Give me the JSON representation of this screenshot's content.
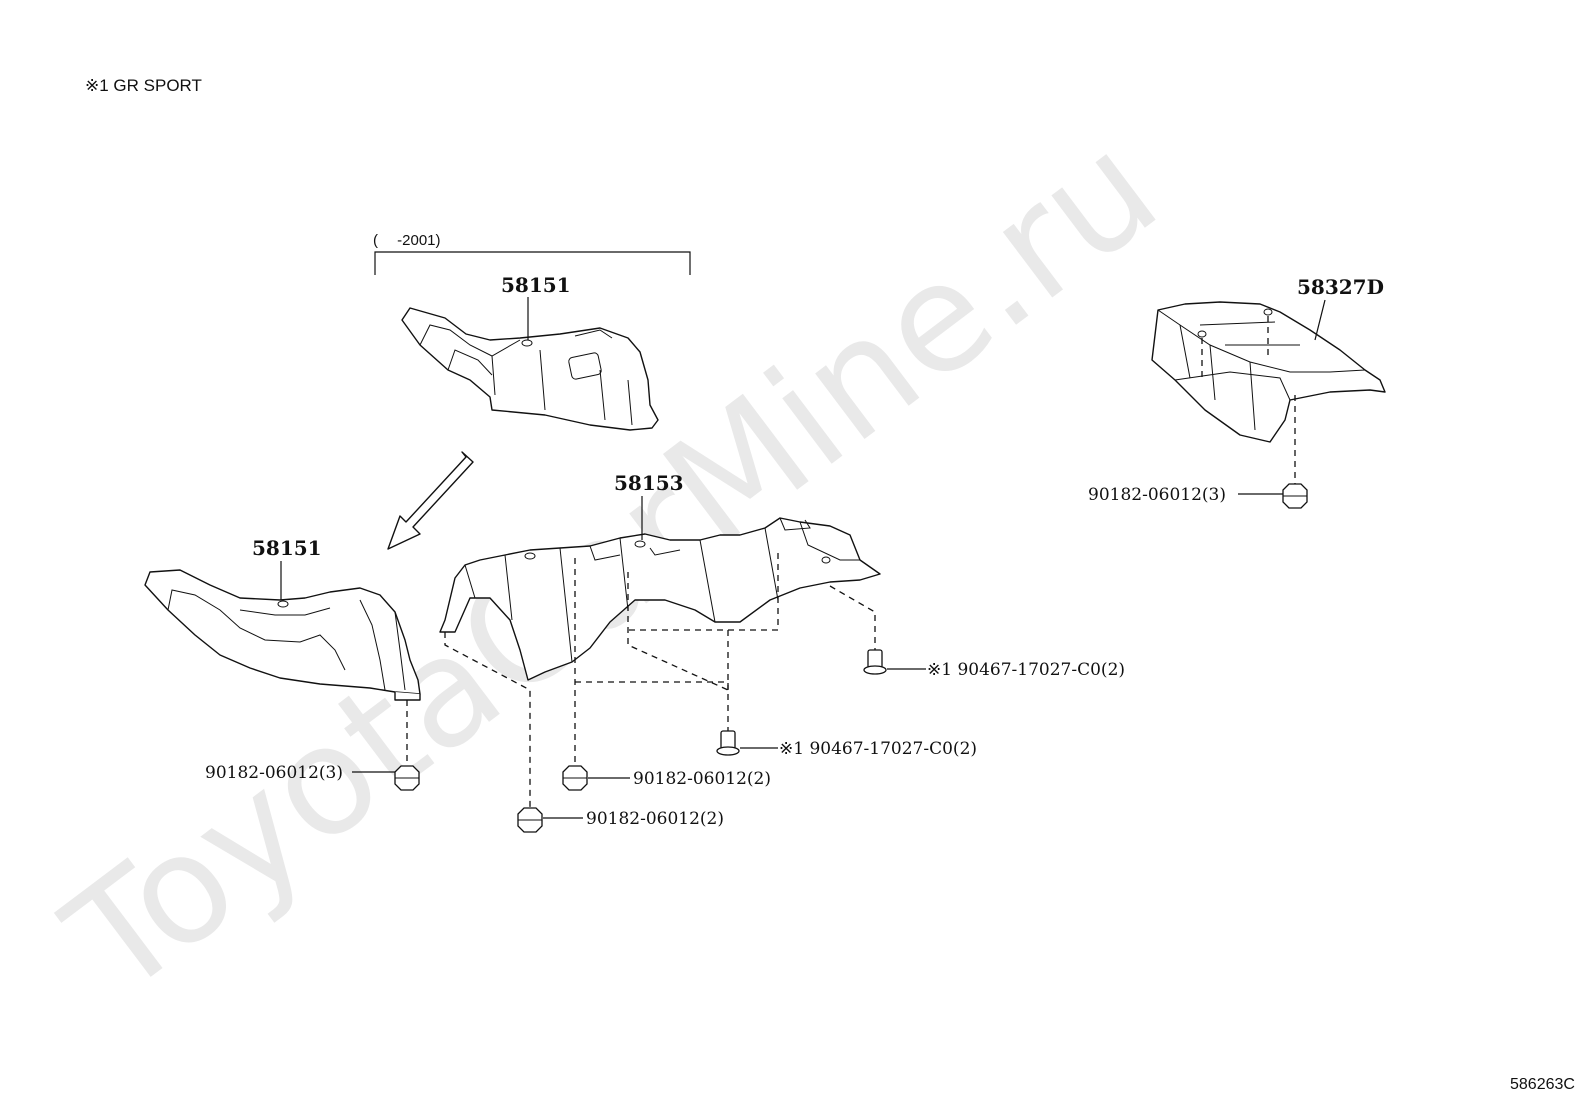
{
  "watermark": "ToyotaCarMine.ru",
  "note": "※1 GR SPORT",
  "date_bracket": "(　 -2001)",
  "diagram_id": "586263C",
  "parts": {
    "p58151_top": "58151",
    "p58151_left": "58151",
    "p58153": "58153",
    "p58327D": "58327D"
  },
  "fasteners": {
    "f_left": "90182-06012(3)",
    "f_center_upper": "90182-06012(2)",
    "f_center_lower": "90182-06012(2)",
    "f_right": "90182-06012(3)",
    "b_center": "※1 90467-17027-C0(2)",
    "b_right": "※1 90467-17027-C0(2)"
  },
  "icons": [
    "nut-icon",
    "bolt-icon",
    "replacement-arrow-icon"
  ]
}
